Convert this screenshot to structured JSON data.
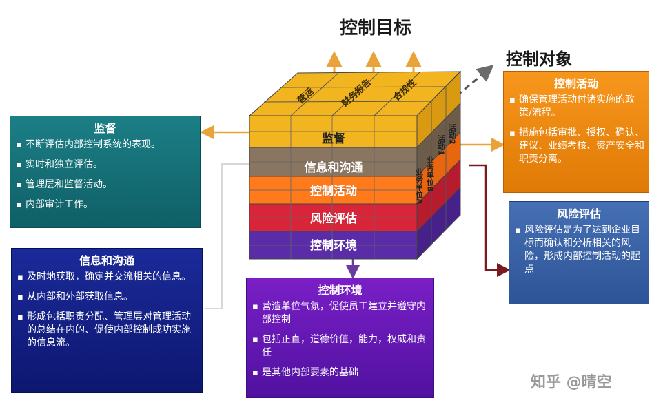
{
  "title_main": "控制目标",
  "title_object": "控制对象",
  "cube": {
    "top_labels": [
      "营运",
      "财务报告",
      "合规性"
    ],
    "layers": [
      "监督",
      "信息和沟通",
      "控制活动",
      "风险评估",
      "控制环境"
    ],
    "side_labels": [
      "活动2",
      "活动1",
      "业务单位B",
      "业务单位A"
    ],
    "layer_colors": [
      "#f2b51f",
      "#8a7560",
      "#ff7a1a",
      "#d8253a",
      "#5a2ca8"
    ]
  },
  "panels": {
    "monitor": {
      "title": "监督",
      "items": [
        "不断评估内部控制系统的表现。",
        "实时和独立评估。",
        "管理层和监督活动。",
        "内部审计工作。"
      ]
    },
    "info": {
      "title": "信息和沟通",
      "items": [
        "及时地获取，确定并交流相关的信息。",
        "从内部和外部获取信息。",
        "形成包括职责分配、管理层对管理活动的总结在内的、促使内部控制成功实施的信息流。"
      ]
    },
    "env": {
      "title": "控制环境",
      "items": [
        "营造单位气氛，促使员工建立并遵守内部控制",
        "包括正直，道德价值，能力，权威和责任",
        "是其他内部要素的基础"
      ]
    },
    "act": {
      "title": "控制活动",
      "items": [
        "确保管理活动付诸实施的政策/流程。",
        "措施包括审批、授权、确认、建议、业绩考核、资产安全和职责分离。"
      ]
    },
    "risk": {
      "title": "风险评估",
      "items": [
        "风险评估是为了达到企业目标而确认和分析相关的风险，形成内部控制活动的起点"
      ]
    }
  },
  "watermark": "知乎 @晴空"
}
